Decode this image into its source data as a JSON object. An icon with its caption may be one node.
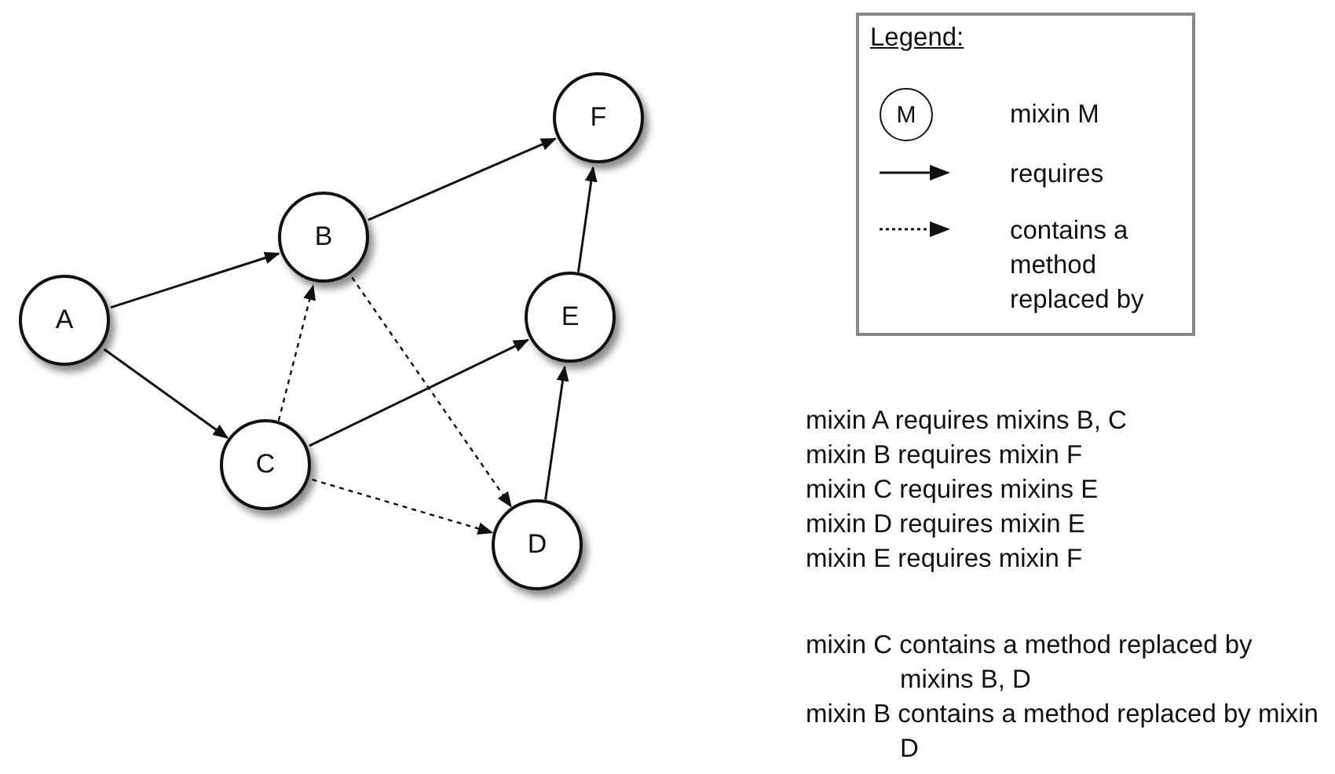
{
  "diagram": {
    "nodes": [
      {
        "text": [
          "A"
        ]
      },
      {
        "text": [
          "B"
        ]
      },
      {
        "text": [
          "C"
        ]
      },
      {
        "text": [
          "D"
        ]
      },
      {
        "text": [
          "E"
        ]
      },
      {
        "text": [
          "F"
        ]
      }
    ],
    "edges": [
      {
        "from": 0,
        "to": 1,
        "arrow": "to"
      },
      {
        "from": 0,
        "to": 2,
        "arrow": "to"
      },
      {
        "from": 1,
        "to": 5,
        "arrow": "to"
      },
      {
        "from": 2,
        "to": 4,
        "arrow": "to"
      },
      {
        "from": 3,
        "to": 4,
        "arrow": "to"
      },
      {
        "from": 4,
        "to": 5,
        "arrow": "to"
      },
      {
        "from": 2,
        "to": 1,
        "arrow": "to",
        "style": "dashed"
      },
      {
        "from": 1,
        "to": 3,
        "arrow": "to",
        "style": "dashed"
      },
      {
        "from": 2,
        "to": 3,
        "arrow": "to",
        "style": "dashed"
      }
    ],
    "labels": [
      "Legend:",
      "M",
      "mixin A requires mixins B, C",
      "mixin B requires mixin F",
      "mixin C requires mixins E",
      "mixin D requires mixin E",
      "mixin E requires mixin F",
      "mixin C contains a method replaced by mixins B, D",
      "mixin B contains a method replaced by mixin D"
    ],
    "legend": [
      {
        "text": "mixin M"
      },
      {
        "text": "requires"
      },
      {
        "text": "contains a method replaced by"
      }
    ]
  }
}
